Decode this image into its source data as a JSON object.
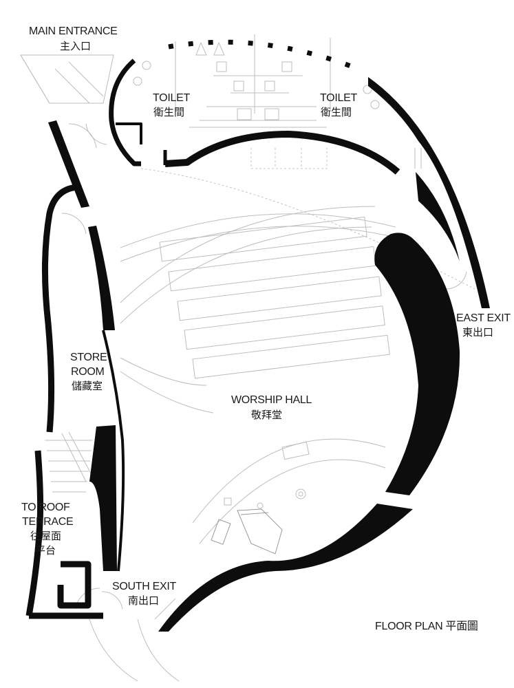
{
  "labels": {
    "main_entrance_en": "MAIN ENTRANCE",
    "main_entrance_zh": "主入口",
    "toilet_left_en": "TOILET",
    "toilet_left_zh": "衛生間",
    "toilet_right_en": "TOILET",
    "toilet_right_zh": "衛生間",
    "east_exit_en": "EAST EXIT",
    "east_exit_zh": "東出口",
    "store_room_en_1": "STORE",
    "store_room_en_2": "ROOM",
    "store_room_zh": "儲藏室",
    "worship_hall_en": "WORSHIP HALL",
    "worship_hall_zh": "敬拜堂",
    "roof_terrace_en_1": "TO ROOF",
    "roof_terrace_en_2": "TERRACE",
    "roof_terrace_zh_1": "往屋面",
    "roof_terrace_zh_2": "平台",
    "south_exit_en": "SOUTH EXIT",
    "south_exit_zh": "南出口",
    "floor_plan_title": "FLOOR PLAN 平面圖"
  },
  "colors": {
    "wall": "#0d0d0d",
    "thin_line": "#bdbdbd",
    "background": "#ffffff"
  }
}
